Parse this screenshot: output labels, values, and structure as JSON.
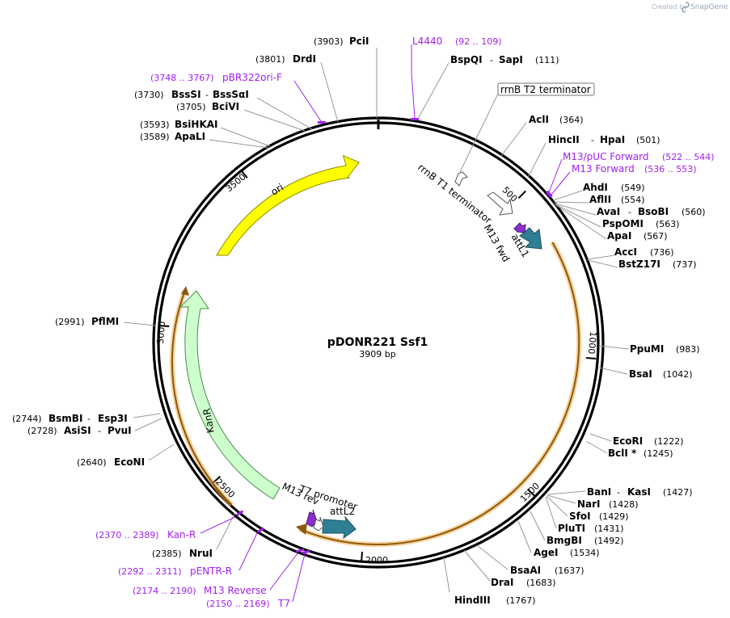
{
  "watermark": {
    "prefix": "Created by",
    "brand": "SnapGene"
  },
  "plasmid": {
    "name": "pDONR221 Ssf1",
    "length_label": "3909 bp",
    "length": 3909
  },
  "colors": {
    "ori": "#ffff00",
    "kanr": "#ccffcc",
    "attl": "#2e7f95",
    "terminator": "#ffffff",
    "promoter": "#ffffff",
    "primer": "#a020f0",
    "insert": "#f3a940"
  },
  "ticks": [
    "500",
    "1000",
    "1500",
    "2000",
    "2500",
    "3000",
    "3500"
  ],
  "features": [
    {
      "id": "ori",
      "label": "ori"
    },
    {
      "id": "kanr",
      "label": "KanR"
    },
    {
      "id": "rrnb-t1",
      "label": "rrnB T1 terminator"
    },
    {
      "id": "rrnb-t2",
      "label": "rrnB T2 terminator"
    },
    {
      "id": "attl1",
      "label": "attL1"
    },
    {
      "id": "attl2",
      "label": "attL2"
    },
    {
      "id": "m13fwd",
      "label": "M13 fwd"
    },
    {
      "id": "m13rev",
      "label": "M13 rev"
    },
    {
      "id": "t7promoter",
      "label": "T7 promoter"
    }
  ],
  "sites": [
    {
      "pos": "(3903)",
      "names": [
        "PciI"
      ]
    },
    {
      "pos": "(111)",
      "names": [
        "BspQI",
        "SapI"
      ]
    },
    {
      "pos": "(3801)",
      "names": [
        "DrdI"
      ]
    },
    {
      "pos": "(3730)",
      "names": [
        "BssSI",
        "BssSαI"
      ]
    },
    {
      "pos": "(3705)",
      "names": [
        "BciVI"
      ]
    },
    {
      "pos": "(3593)",
      "names": [
        "BsiHKAI"
      ]
    },
    {
      "pos": "(3589)",
      "names": [
        "ApaLI"
      ]
    },
    {
      "pos": "(364)",
      "names": [
        "AclI"
      ]
    },
    {
      "pos": "(501)",
      "names": [
        "HincII",
        "HpaI"
      ]
    },
    {
      "pos": "(549)",
      "names": [
        "AhdI"
      ]
    },
    {
      "pos": "(554)",
      "names": [
        "AflII"
      ]
    },
    {
      "pos": "(560)",
      "names": [
        "AvaI",
        "BsoBI"
      ]
    },
    {
      "pos": "(563)",
      "names": [
        "PspOMI"
      ]
    },
    {
      "pos": "(567)",
      "names": [
        "ApaI"
      ]
    },
    {
      "pos": "(736)",
      "names": [
        "AccI"
      ]
    },
    {
      "pos": "(737)",
      "names": [
        "BstZ17I"
      ]
    },
    {
      "pos": "(983)",
      "names": [
        "PpuMI"
      ]
    },
    {
      "pos": "(1042)",
      "names": [
        "BsaI"
      ]
    },
    {
      "pos": "(1222)",
      "names": [
        "EcoRI"
      ]
    },
    {
      "pos": "(1245)",
      "names": [
        "BclI *"
      ]
    },
    {
      "pos": "(1427)",
      "names": [
        "BanI",
        "KasI"
      ]
    },
    {
      "pos": "(1428)",
      "names": [
        "NarI"
      ]
    },
    {
      "pos": "(1429)",
      "names": [
        "SfoI"
      ]
    },
    {
      "pos": "(1431)",
      "names": [
        "PluTI"
      ]
    },
    {
      "pos": "(1492)",
      "names": [
        "BmgBI"
      ]
    },
    {
      "pos": "(1534)",
      "names": [
        "AgeI"
      ]
    },
    {
      "pos": "(1637)",
      "names": [
        "BsaAI"
      ]
    },
    {
      "pos": "(1683)",
      "names": [
        "DraI"
      ]
    },
    {
      "pos": "(1767)",
      "names": [
        "HindIII"
      ]
    },
    {
      "pos": "(2991)",
      "names": [
        "PflMI"
      ]
    },
    {
      "pos": "(2744)",
      "names": [
        "BsmBI",
        "Esp3I"
      ]
    },
    {
      "pos": "(2728)",
      "names": [
        "AsiSI",
        "PvuI"
      ]
    },
    {
      "pos": "(2640)",
      "names": [
        "EcoNI"
      ]
    },
    {
      "pos": "(2385)",
      "names": [
        "NruI"
      ]
    }
  ],
  "primers": [
    {
      "name": "L4440",
      "range": "(92 .. 109)"
    },
    {
      "name": "pBR322ori-F",
      "range": "(3748 .. 3767)"
    },
    {
      "name": "M13/pUC Forward",
      "range": "(522 .. 544)"
    },
    {
      "name": "M13 Forward",
      "range": "(536 .. 553)"
    },
    {
      "name": "Kan-R",
      "range": "(2370 .. 2389)"
    },
    {
      "name": "pENTR-R",
      "range": "(2292 .. 2311)"
    },
    {
      "name": "M13 Reverse",
      "range": "(2174 .. 2190)"
    },
    {
      "name": "T7",
      "range": "(2150 .. 2169)"
    }
  ]
}
